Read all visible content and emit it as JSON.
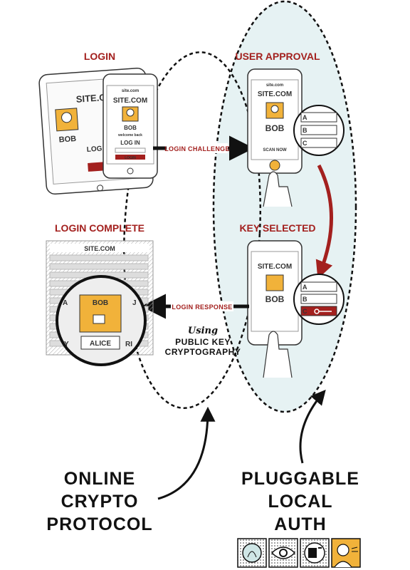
{
  "sections": {
    "login": "LOGIN",
    "user_approval": "USER APPROVAL",
    "login_complete": "LOGIN COMPLETE",
    "key_selected": "KEY SELECTED"
  },
  "arrows": {
    "login_challenge": "LOGIN CHALLENGE",
    "login_response": "LOGIN RESPONSE"
  },
  "crypto_note": {
    "using": "Using",
    "line1": "PUBLIC KEY",
    "line2": "CRYPTOGRAPHY"
  },
  "bottom_left": {
    "line1": "ONLINE",
    "line2": "CRYPTO",
    "line3": "PROTOCOL"
  },
  "bottom_right": {
    "line1": "PLUGGABLE",
    "line2": "LOCAL",
    "line3": "AUTH"
  },
  "device": {
    "site": "SITE.COM",
    "site_small": "site.com",
    "user": "BOB",
    "welcome": "welcome back",
    "login": "LOG IN",
    "button": "LOGIN",
    "scan_now": "SCAN NOW"
  },
  "keys": {
    "a": "A",
    "b": "B",
    "c": "C"
  },
  "grid": {
    "center": "BOB",
    "bottom": "ALICE",
    "left": "A",
    "right": "J",
    "bottom_left": "Y",
    "bottom_right": "RI"
  },
  "auth_icons": [
    "fingerprint-icon",
    "eye-icon",
    "card-reader-icon",
    "voice-icon"
  ],
  "colors": {
    "accent_red": "#a3201e",
    "face_orange": "#f1b23a",
    "bubble": "#e6f2f3"
  }
}
